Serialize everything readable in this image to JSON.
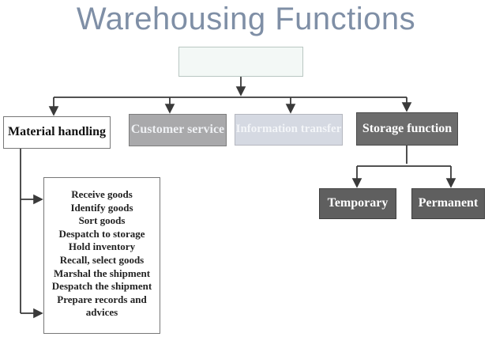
{
  "title": "Warehousing Functions",
  "root_box": {
    "label": ""
  },
  "functions": [
    {
      "label": "Material handling"
    },
    {
      "label": "Customer service"
    },
    {
      "label": "Information transfer"
    },
    {
      "label": "Storage function"
    }
  ],
  "storage_types": [
    {
      "label": "Temporary"
    },
    {
      "label": "Permanent"
    }
  ],
  "material_tasks": [
    "Receive goods",
    "Identify goods",
    "Sort goods",
    "Despatch to storage",
    "Hold inventory",
    "Recall, select goods",
    "Marshal the shipment",
    "Despatch the shipment",
    "Prepare records and advices"
  ]
}
